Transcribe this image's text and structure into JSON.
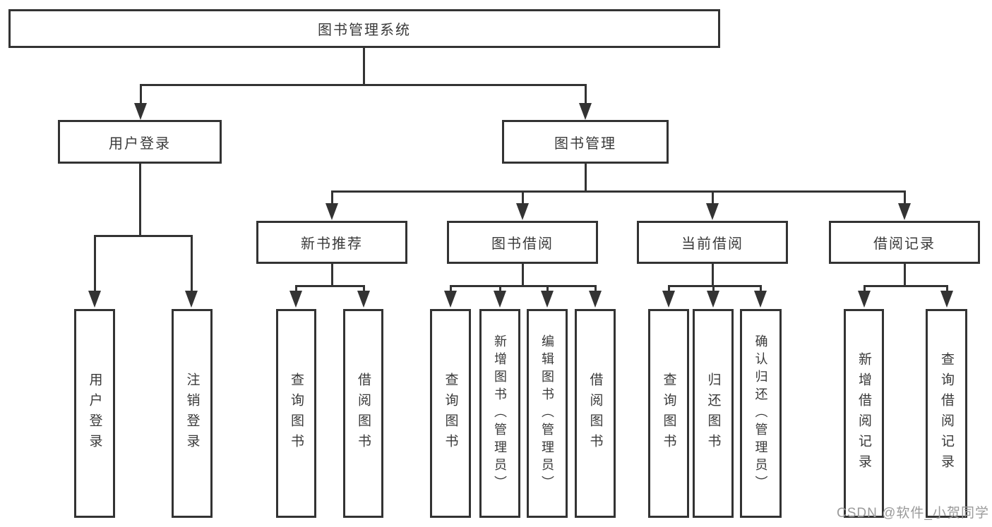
{
  "diagram": {
    "root": "图书管理系统",
    "level2": {
      "user_login": "用户登录",
      "book_management": "图书管理"
    },
    "level3": {
      "new_book_recommend": "新书推荐",
      "book_borrowing": "图书借阅",
      "current_borrowing": "当前借阅",
      "borrowing_records": "借阅记录"
    },
    "leaves": {
      "user_login": "用户登录",
      "logout": "注销登录",
      "recommend_query_books": "查询图书",
      "recommend_borrow_books": "借阅图书",
      "borrowing_query_books": "查询图书",
      "borrowing_add_books": "新增图书（管理员）",
      "borrowing_edit_books": "编辑图书（管理员）",
      "borrowing_borrow_books": "借阅图书",
      "current_query_books": "查询图书",
      "current_return_books": "归还图书",
      "current_confirm_return": "确认归还（管理员）",
      "records_add_record": "新增借阅记录",
      "records_query_record": "查询借阅记录"
    }
  },
  "watermark": "CSDN @软件_小贺同学",
  "colors": {
    "line": "#333333",
    "text": "#3a3a3a",
    "watermark": "#9a9a9a",
    "background": "#ffffff"
  }
}
